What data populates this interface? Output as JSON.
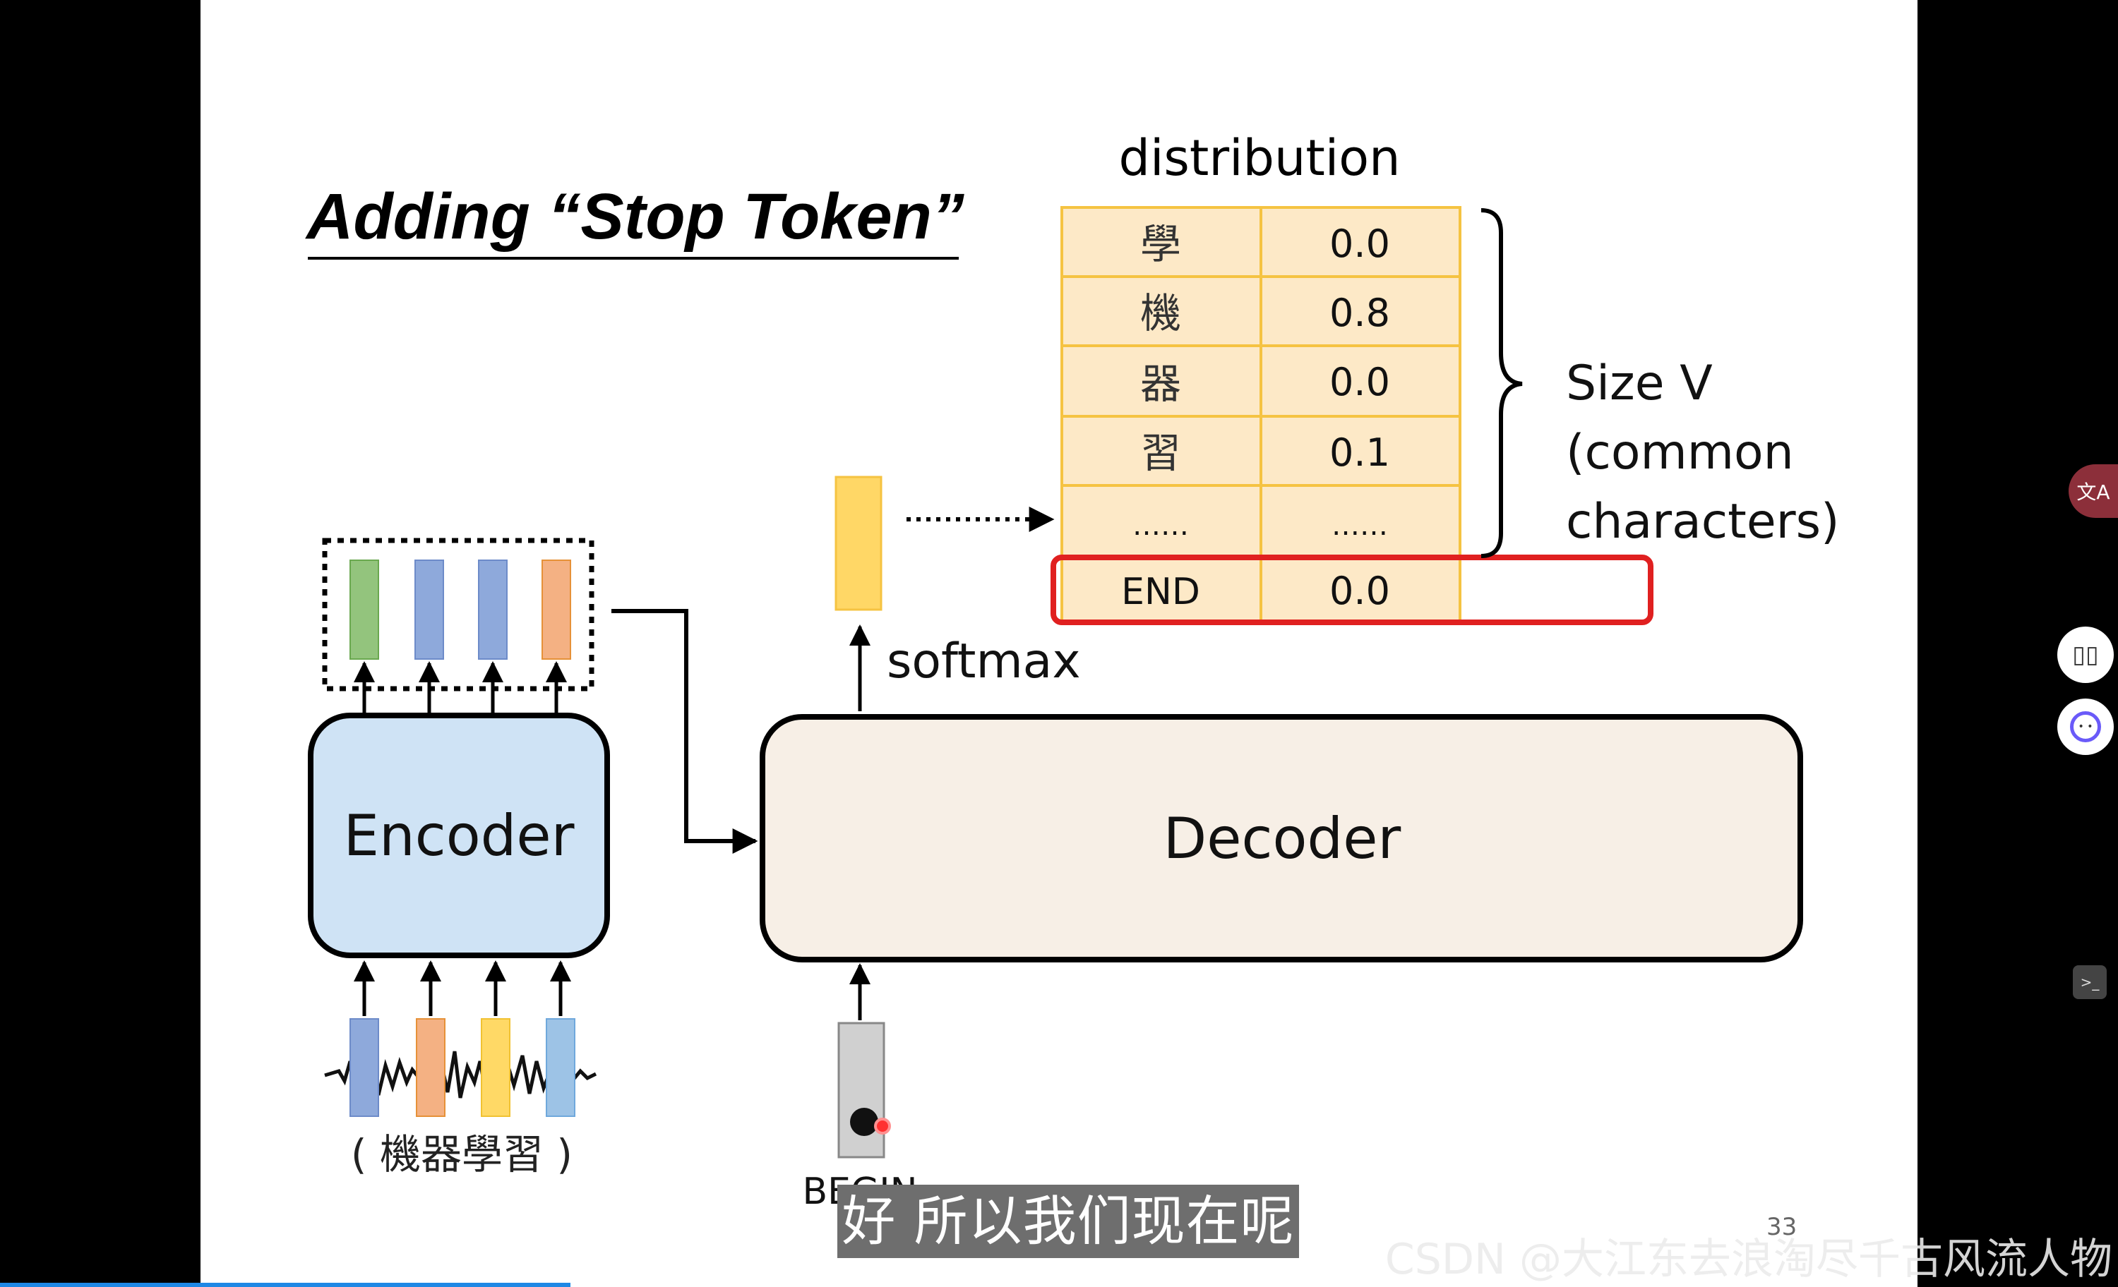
{
  "slide": {
    "title": "Adding “Stop Token”",
    "page_number": "33",
    "distribution_label": "distribution",
    "distribution": [
      {
        "char": "學",
        "value": "0.0"
      },
      {
        "char": "機",
        "value": "0.8"
      },
      {
        "char": "器",
        "value": "0.0"
      },
      {
        "char": "習",
        "value": "0.1"
      },
      {
        "char": "……",
        "value": "……"
      },
      {
        "char": "END",
        "value": "0.0"
      }
    ],
    "size_label_1": "Size V",
    "size_label_2": "(common",
    "size_label_3": "characters)",
    "softmax_label": "softmax",
    "encoder_label": "Encoder",
    "decoder_label": "Decoder",
    "begin_label": "BEGIN",
    "input_label": "( 機器學習 )"
  },
  "overlay": {
    "subtitle": "好 所以我们现在呢",
    "watermark": "CSDN @大江东去浪淘尽千古风流人物"
  },
  "sidebar": {
    "translate_icon": "translate-icon",
    "read_icon": "book-icon",
    "assistant_icon": "assistant-icon",
    "terminal_icon": "terminal-icon"
  },
  "colors": {
    "encoder_fill": "#cfe3f5",
    "decoder_fill": "#f7efe6",
    "table_fill": "#fde9c7",
    "table_border": "#f5c342",
    "end_highlight": "#e02020",
    "vec_green": "#93c47d",
    "vec_blue": "#8ea9db",
    "vec_orange": "#f4b183",
    "vec_yellow": "#ffd966",
    "vec_lightblue": "#9dc3e6"
  }
}
